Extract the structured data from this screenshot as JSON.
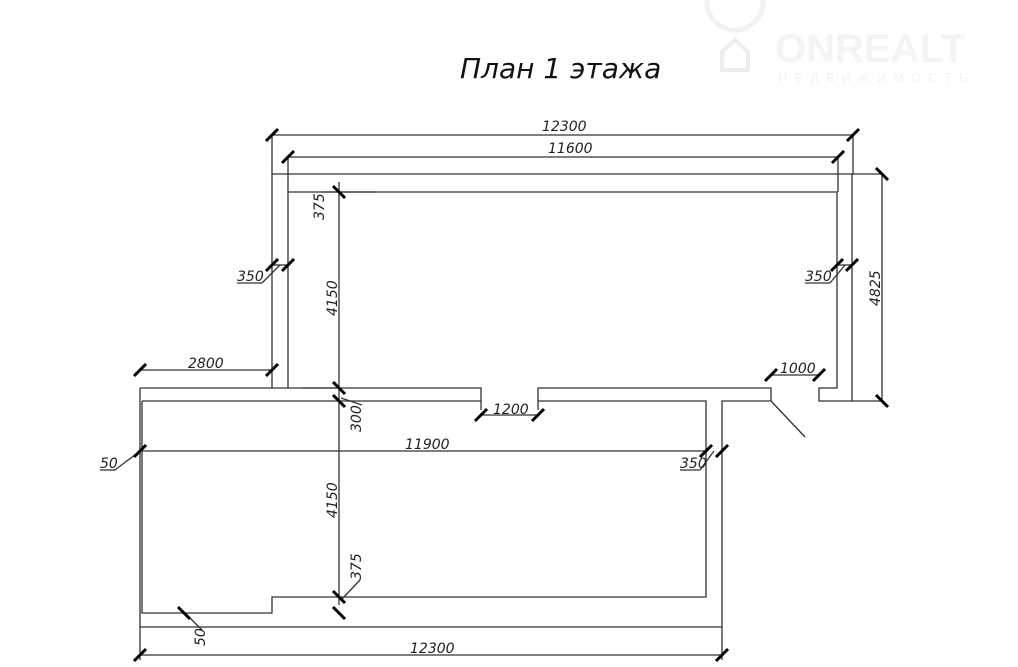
{
  "title": "План 1 этажа",
  "watermark": {
    "brand": "ONREALT",
    "subtitle": "НЕДВИЖИМОСТЬ"
  },
  "dimensions": {
    "top_outer": "12300",
    "top_inner": "11600",
    "upper_height": "4825",
    "upper_left_wall": "350",
    "upper_right_wall": "350",
    "top_wall": "375",
    "upper_room_height": "4150",
    "middle_wall": "300",
    "lower_room_height": "4150",
    "bottom_wall": "375",
    "annex_width": "2800",
    "door_middle": "1200",
    "door_entrance": "1000",
    "lower_inner_width": "11900",
    "lower_right_wall": "350",
    "lower_left_wall": "50",
    "lower_bottom_wall": "50",
    "bottom_outer": "12300"
  }
}
